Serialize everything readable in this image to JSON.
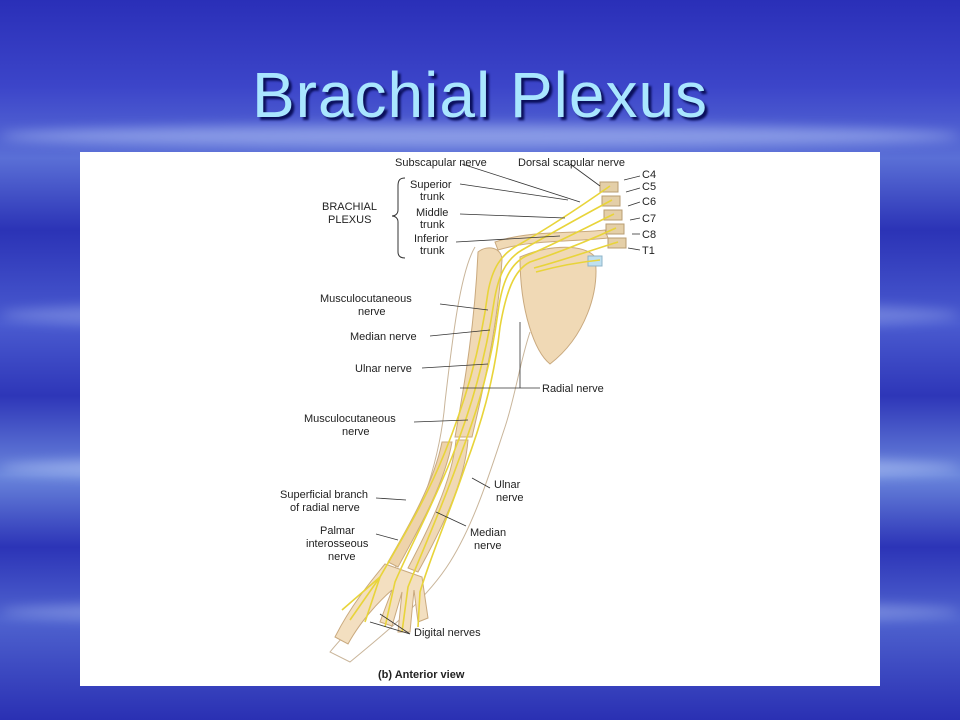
{
  "slide": {
    "title": "Brachial Plexus",
    "colors": {
      "title": "#a9e6ff",
      "bone": "#f0d9b5",
      "nerve": "#e8d43a",
      "background": "#2f38bb"
    }
  },
  "diagram": {
    "group_label_line1": "BRACHIAL",
    "group_label_line2": "PLEXUS",
    "labels": {
      "subscapular": "Subscapular nerve",
      "dorsal_scapular": "Dorsal scapular nerve",
      "superior_1": "Superior",
      "superior_2": "trunk",
      "middle_1": "Middle",
      "middle_2": "trunk",
      "inferior_1": "Inferior",
      "inferior_2": "trunk",
      "c4": "C4",
      "c5": "C5",
      "c6": "C6",
      "c7": "C7",
      "c8": "C8",
      "t1": "T1",
      "musculo1_1": "Musculocutaneous",
      "musculo1_2": "nerve",
      "median1": "Median nerve",
      "ulnar1": "Ulnar nerve",
      "radial": "Radial nerve",
      "musculo2_1": "Musculocutaneous",
      "musculo2_2": "nerve",
      "superficial_1": "Superficial branch",
      "superficial_2": "of radial nerve",
      "ulnar2_1": "Ulnar",
      "ulnar2_2": "nerve",
      "palmar_1": "Palmar",
      "palmar_2": "interosseous",
      "palmar_3": "nerve",
      "median2_1": "Median",
      "median2_2": "nerve",
      "digital": "Digital nerves",
      "caption": "(b) Anterior view"
    }
  }
}
